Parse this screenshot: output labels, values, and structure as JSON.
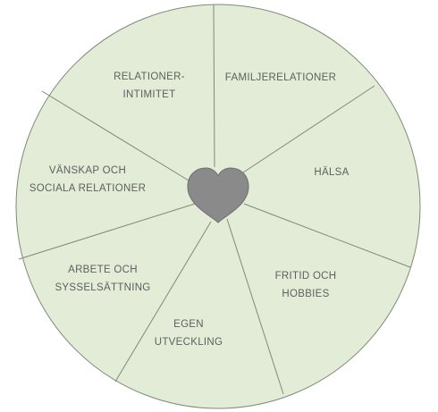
{
  "wheel": {
    "fill": "#e2ecd6",
    "stroke": "#7f8a78",
    "heart_color": "#8a8a8a",
    "heart_stroke": "#6e6e6e",
    "segments": [
      {
        "key": "relationer-intimitet",
        "lines": [
          "RELATIONER-",
          "INTIMITET"
        ]
      },
      {
        "key": "familjerelationer",
        "lines": [
          "FAMILJERELATIONER"
        ]
      },
      {
        "key": "halsa",
        "lines": [
          "HÄLSA"
        ]
      },
      {
        "key": "fritid-och-hobbies",
        "lines": [
          "FRITID OCH",
          "HOBBIES"
        ]
      },
      {
        "key": "egen-utveckling",
        "lines": [
          "EGEN",
          "UTVECKLING"
        ]
      },
      {
        "key": "arbete-och-sysselsattning",
        "lines": [
          "ARBETE OCH",
          "SYSSELSÄTTNING"
        ]
      },
      {
        "key": "vanskap-och-sociala-relationer",
        "lines": [
          "VÄNSKAP OCH",
          "SOCIALA RELATIONER"
        ]
      }
    ]
  }
}
